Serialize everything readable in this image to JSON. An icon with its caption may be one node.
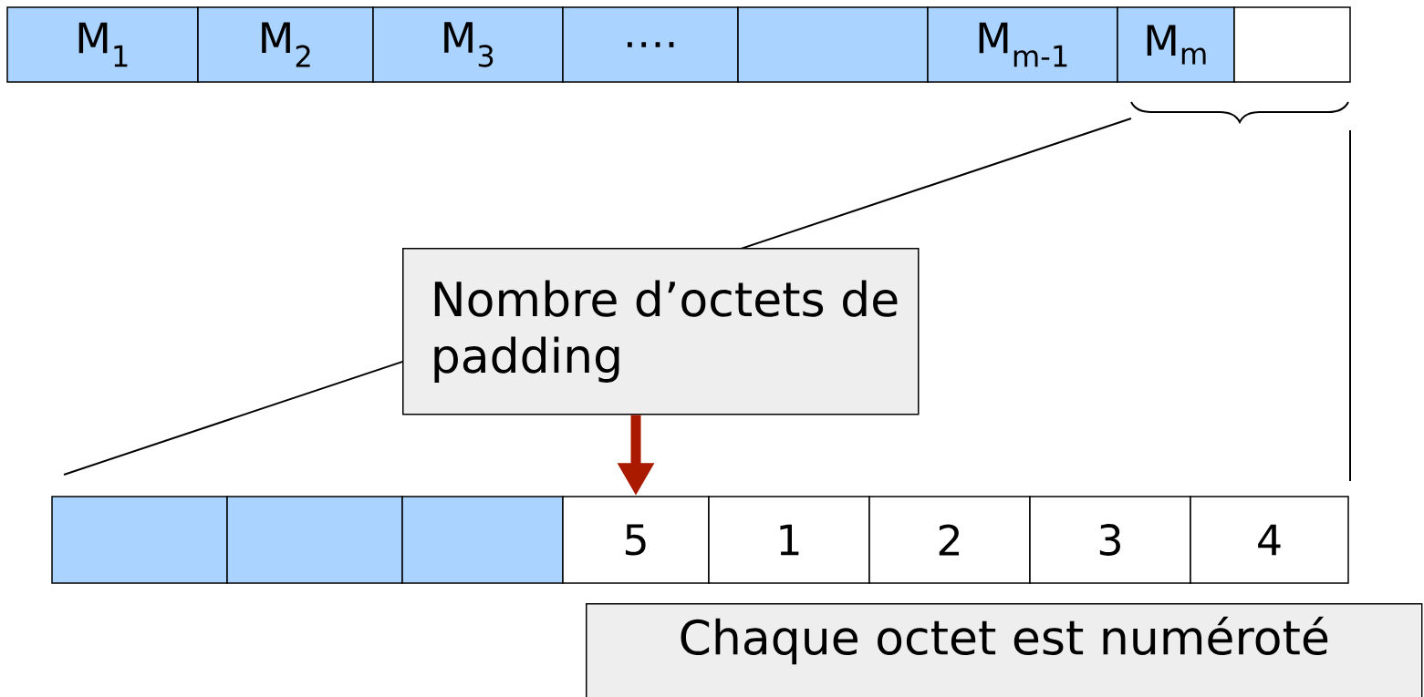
{
  "diagram": {
    "nodes": [
      {
        "text": [
          "M$_{1}$"
        ]
      },
      {
        "text": [
          "M$_{2}$"
        ]
      },
      {
        "text": [
          "M$_{3}$"
        ]
      },
      {
        "text": [
          "…."
        ]
      },
      {
        "text": [],
        "shape": "box"
      },
      {
        "text": [
          "M$_{m-1}$"
        ]
      },
      {
        "text": [
          "M$_{m}$"
        ]
      },
      {
        "text": [],
        "shape": "box"
      },
      {
        "text": [],
        "shape": "box"
      },
      {
        "text": [],
        "shape": "box"
      },
      {
        "text": [],
        "shape": "box"
      },
      {
        "text": [
          "5"
        ]
      },
      {
        "text": [
          "1"
        ]
      },
      {
        "text": [
          "2"
        ]
      },
      {
        "text": [
          "3"
        ]
      },
      {
        "text": [
          "4"
        ]
      },
      {
        "text": [
          "Nombre d’octets de padding"
        ]
      },
      {
        "text": [
          "Chaque octet est numéroté"
        ]
      }
    ],
    "edges": [
      {
        "from": 16,
        "to": 11,
        "arrow": "to",
        "color": "#aa1a00"
      }
    ]
  }
}
